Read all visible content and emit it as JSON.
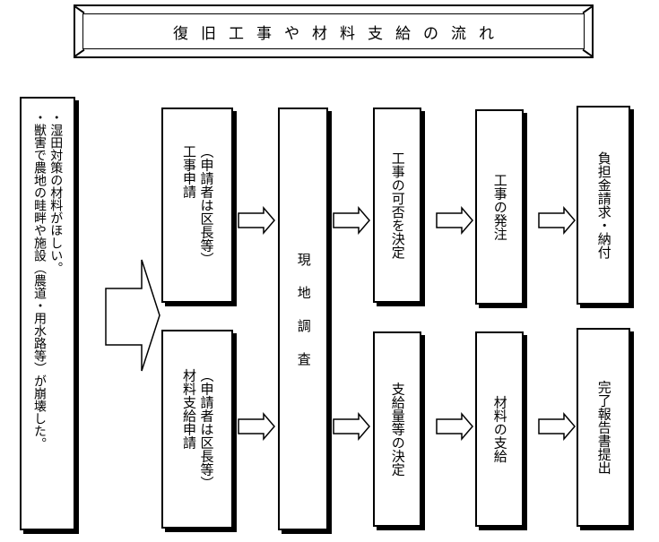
{
  "title": "復旧工事や材料支給の流れ",
  "trigger": {
    "lines": [
      "・湿田対策の材料がほしい。",
      "・獣害で農地の畦畔や施設（農道・用水路等）が崩壊した。"
    ]
  },
  "top_row": {
    "apply": {
      "note": "（申請者は区長等）",
      "label": "工事申請"
    },
    "decide": "工事の可否を決定",
    "order": "工事の発注",
    "pay": "負担金請求・納付"
  },
  "survey": "現地調査",
  "bottom_row": {
    "apply": {
      "note": "（申請者は区長等）",
      "label": "材料支給申請"
    },
    "decide": "支給量等の決定",
    "supply": "材料の支給",
    "report": "完了報告書提出"
  }
}
